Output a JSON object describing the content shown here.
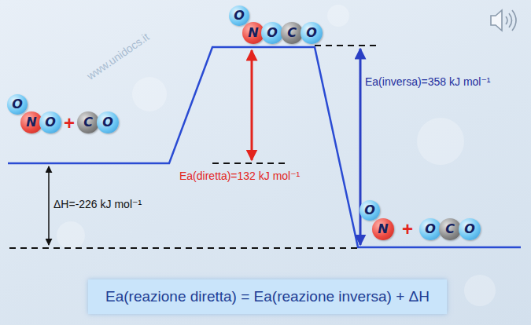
{
  "diagram": {
    "nodes": [
      {
        "text": [
          "O"
        ]
      },
      {
        "text": [
          "N"
        ]
      },
      {
        "text": [
          "O"
        ]
      },
      {
        "text": [
          "C"
        ]
      },
      {
        "text": [
          "O"
        ]
      },
      {
        "text": [
          "O"
        ]
      },
      {
        "text": [
          "N"
        ]
      },
      {
        "text": [
          "O"
        ]
      },
      {
        "text": [
          "C"
        ]
      },
      {
        "text": [
          "O"
        ]
      },
      {
        "text": [
          "O"
        ]
      },
      {
        "text": [
          "N"
        ]
      },
      {
        "text": [
          "O"
        ]
      },
      {
        "text": [
          "C"
        ]
      },
      {
        "text": [
          "O"
        ]
      },
      {
        "text": [
          "Ea(reazione diretta) = Ea(reazione inversa) + ΔH"
        ]
      }
    ],
    "labels": [
      "+",
      "+",
      "Ea(diretta)=132 kJ mol⁻¹",
      "Ea(inversa)=358 kJ mol⁻¹",
      "ΔH=-226 kJ mol⁻¹",
      "www.unidocs.it"
    ]
  }
}
